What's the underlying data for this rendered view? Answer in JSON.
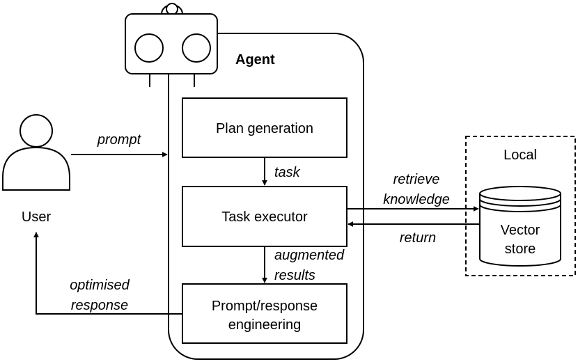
{
  "agent": {
    "title": "Agent",
    "plan_box": "Plan generation",
    "executor_box": "Task executor",
    "engineering_box_line1": "Prompt/response",
    "engineering_box_line2": "engineering"
  },
  "user": {
    "label": "User"
  },
  "local": {
    "title": "Local",
    "store_line1": "Vector",
    "store_line2": "store"
  },
  "edges": {
    "prompt": "prompt",
    "task": "task",
    "augmented_line1": "augmented",
    "augmented_line2": "results",
    "retrieve_line1": "retrieve",
    "retrieve_line2": "knowledge",
    "return": "return",
    "optimised_line1": "optimised",
    "optimised_line2": "response"
  }
}
